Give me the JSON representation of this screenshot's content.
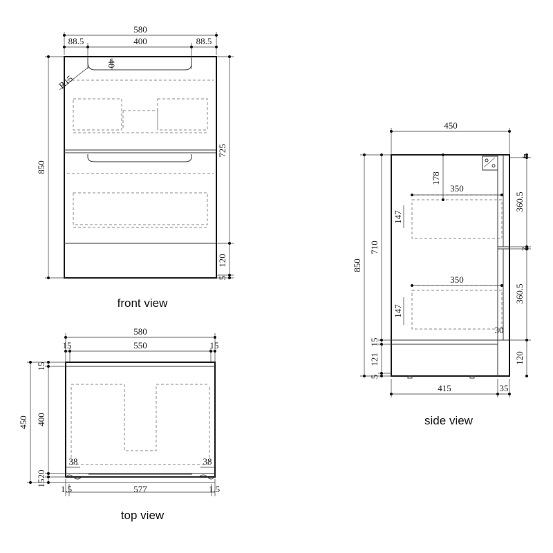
{
  "front_view": {
    "caption": "front view",
    "dims": {
      "overall_width": "580",
      "left_margin": "88.5",
      "handle_width": "400",
      "right_margin": "88.5",
      "handle_depth": "40",
      "corner_radius": "R15",
      "overall_height": "850",
      "drawer_height": "725",
      "plinth_height": "120",
      "foot_height": "5"
    }
  },
  "top_view": {
    "caption": "top view",
    "dims": {
      "overall_width": "580",
      "side_left": "15",
      "inner_width": "550",
      "side_right": "15",
      "overall_depth": "450",
      "back_panel": "15",
      "inner_depth": "400",
      "front_gap": "20",
      "front_panel": "15",
      "handle_offset_left": "38",
      "handle_offset_right": "38",
      "edge_left": "1.5",
      "front_width": "577",
      "edge_right": "1.5"
    }
  },
  "side_view": {
    "caption": "side view",
    "dims": {
      "overall_depth": "450",
      "overall_height": "850",
      "body_height": "710",
      "upper_drop": "178",
      "upper_drawer_depth": "350",
      "upper_drawer_front": "147",
      "lower_drawer_depth": "350",
      "lower_drawer_front": "147",
      "top_gap": "4",
      "upper_drawer_height": "360.5",
      "mid_gap": "2",
      "lower_drawer_height": "360.5",
      "plinth_height": "120",
      "base_panel": "15",
      "plinth_inner": "121",
      "foot_height": "5",
      "front_offset": "30",
      "carcass_depth": "415",
      "door_thickness": "35"
    }
  }
}
